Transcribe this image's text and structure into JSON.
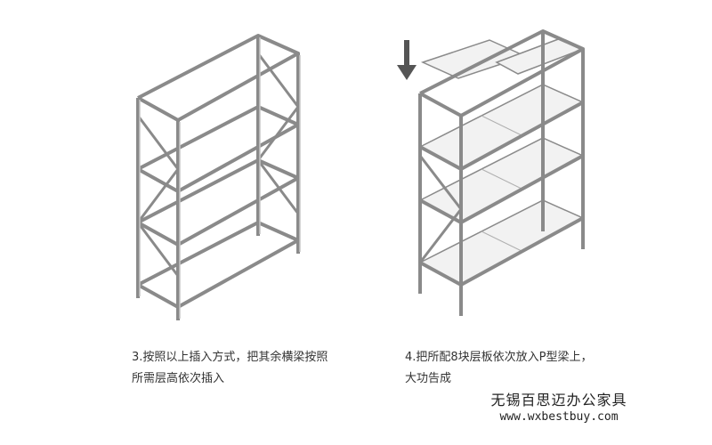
{
  "steps": [
    {
      "line1": "3.按照以上插入方式，把其余横梁按照",
      "line2": "所需层高依次插入"
    },
    {
      "line1": "4.把所配8块层板依次放入P型梁上，",
      "line2": "大功告成"
    }
  ],
  "brand": {
    "name": "无锡百思迈办公家具",
    "url": "www.wxbestbuy.com"
  },
  "colors": {
    "frame": "#8a8a8a",
    "shelf_panel": "#f2f2f2",
    "text": "#333333"
  }
}
